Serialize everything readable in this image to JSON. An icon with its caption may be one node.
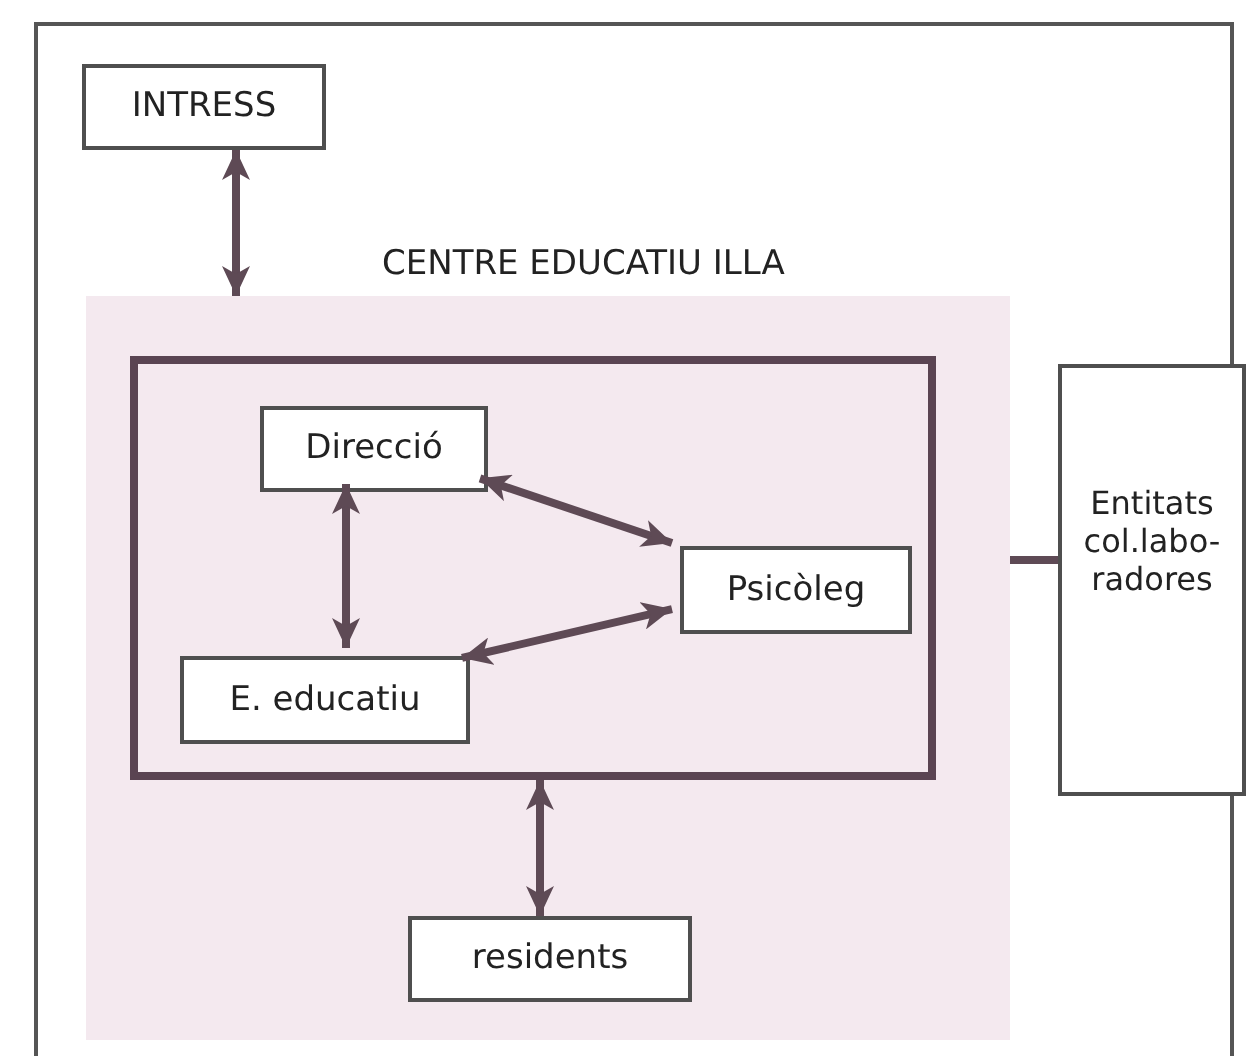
{
  "diagram": {
    "nodes": [
      {
        "text": [
          "INTRESS"
        ]
      },
      {
        "text": [
          "CENTRE EDUCATIU ILLA"
        ]
      },
      {
        "text": [],
        "shape": "box",
        "in": 1
      },
      {
        "text": [
          "Direcció"
        ],
        "in": 2
      },
      {
        "text": [
          "Psicòleg"
        ],
        "in": 2
      },
      {
        "text": [
          "E. educatiu"
        ],
        "in": 2
      },
      {
        "text": [
          "Entitats col.labo- radores"
        ]
      },
      {
        "text": [
          "residents"
        ],
        "in": 1
      }
    ],
    "edges": [
      {
        "from": 0,
        "to": 1,
        "arrow": "both"
      },
      {
        "from": 3,
        "to": 5,
        "arrow": "both"
      },
      {
        "from": 3,
        "to": 4,
        "arrow": "both"
      },
      {
        "from": 5,
        "to": 4,
        "arrow": "both"
      },
      {
        "from": 2,
        "to": 7,
        "arrow": "both"
      },
      {
        "from": 1,
        "to": 6,
        "arrow": "none"
      }
    ]
  }
}
